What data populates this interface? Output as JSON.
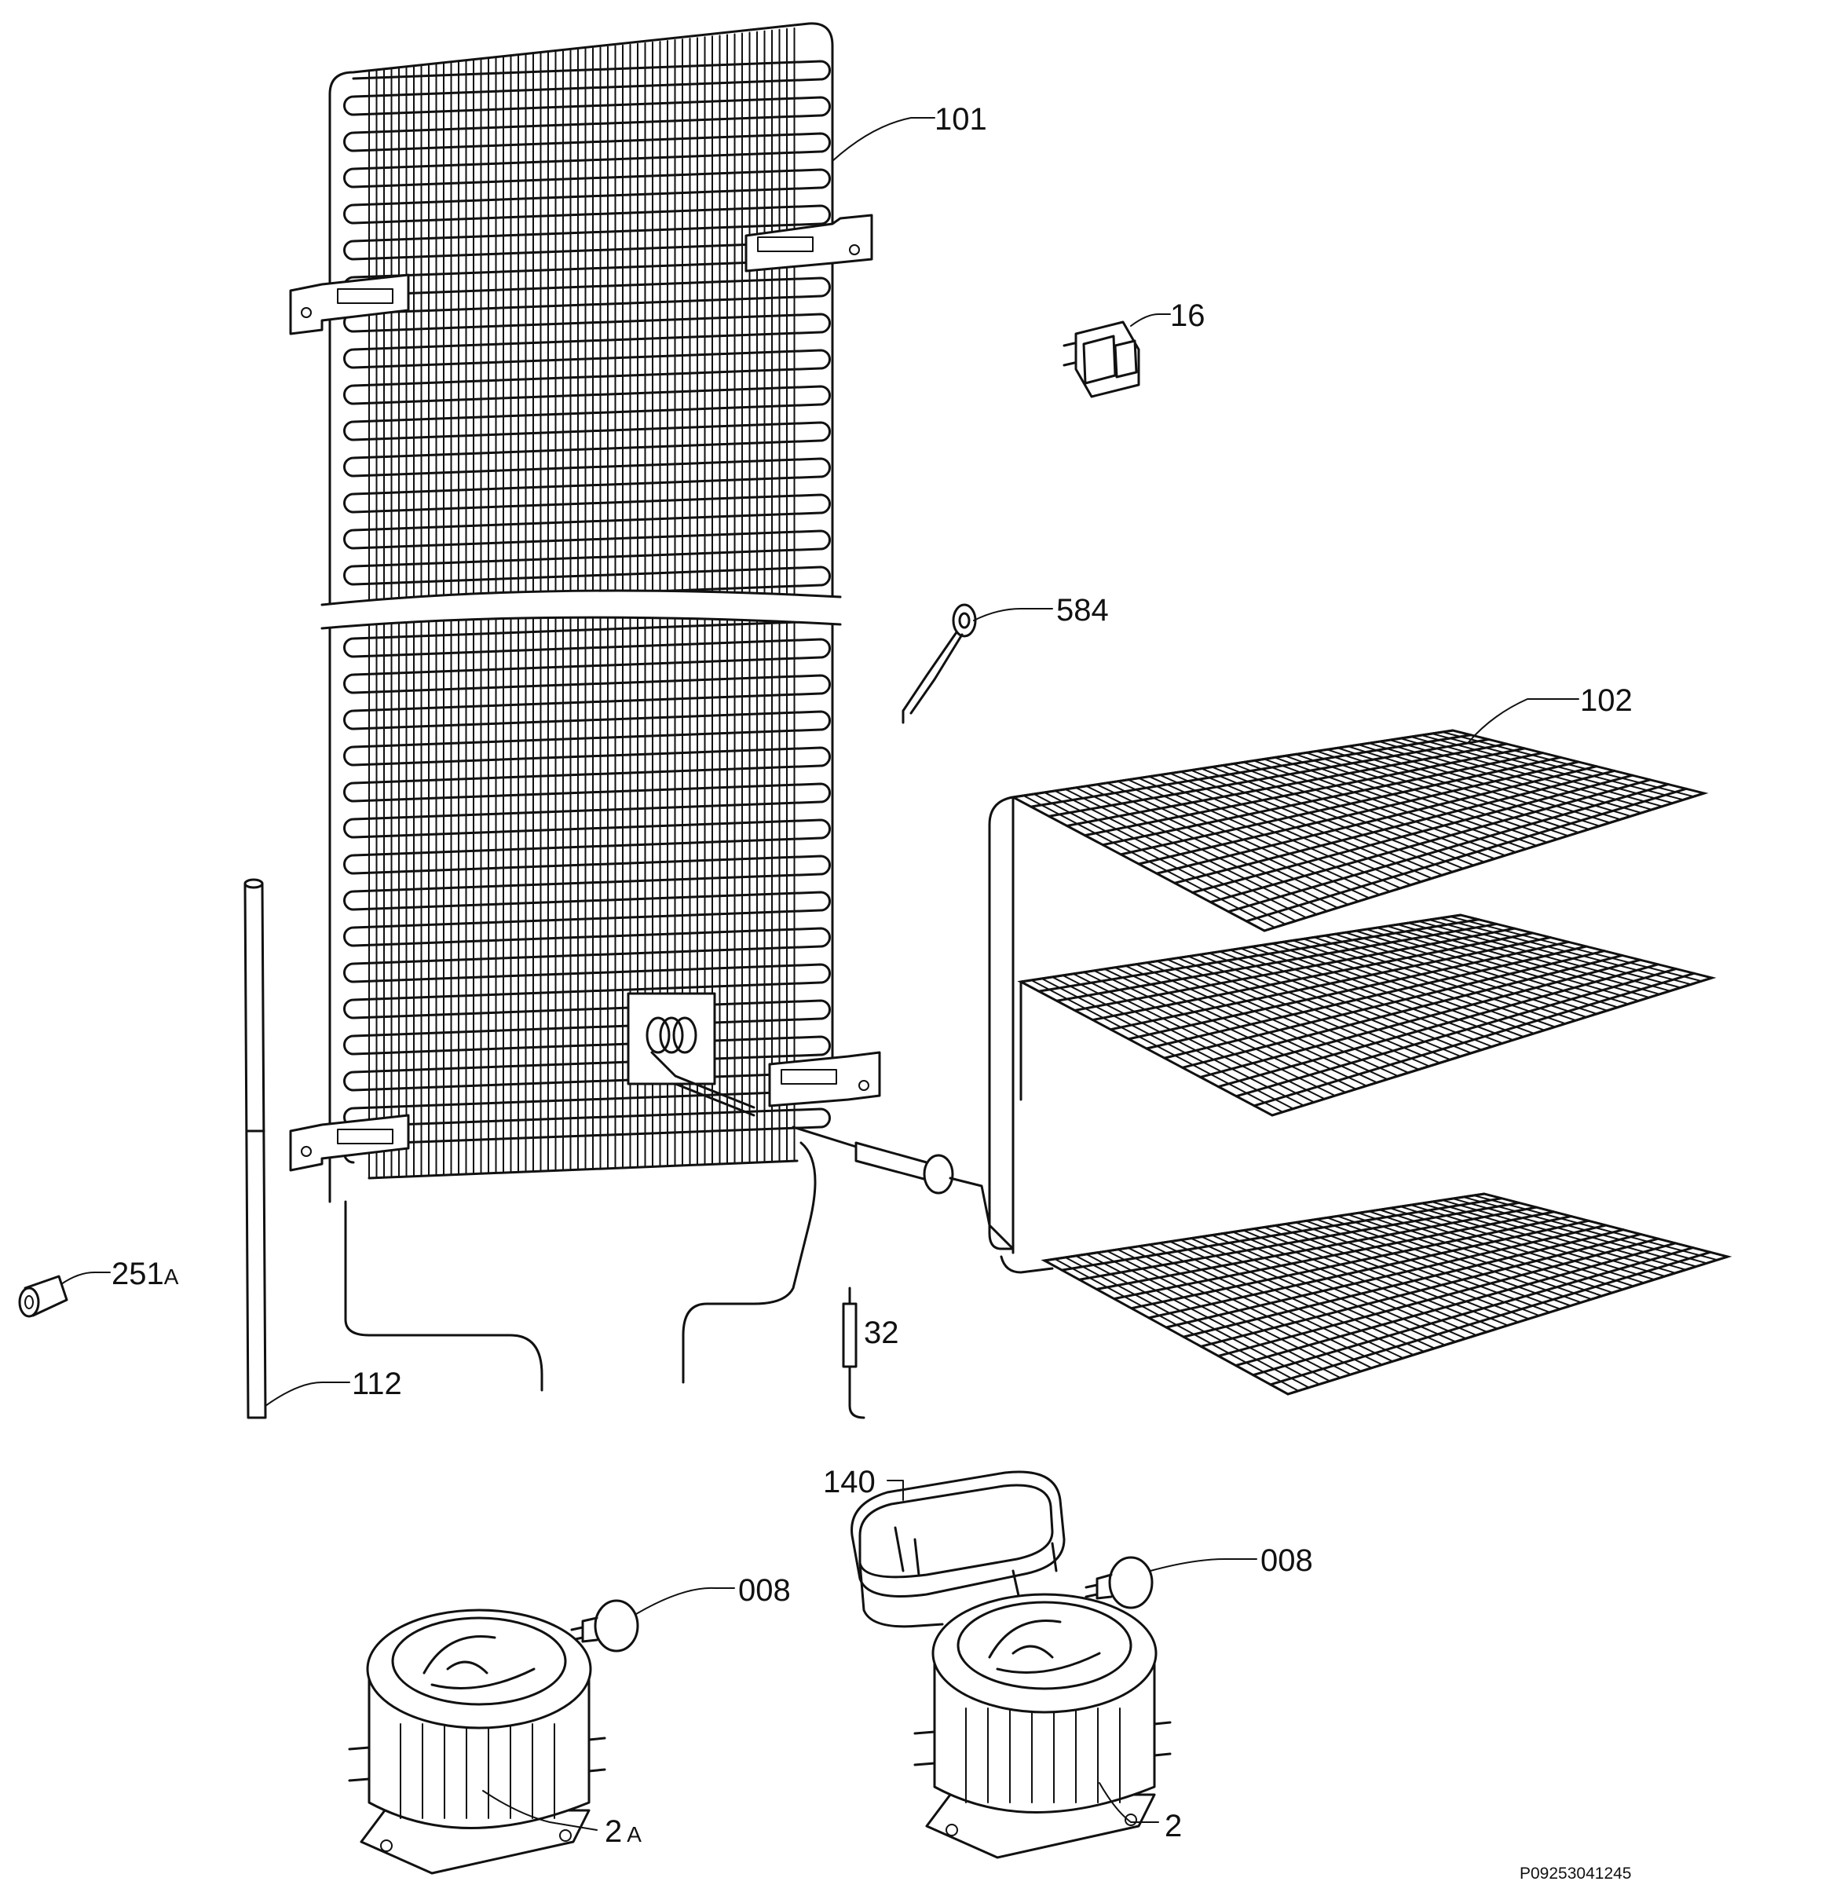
{
  "labels": {
    "condenser": "101",
    "evaporator": "102",
    "switch": "16",
    "clip": "584",
    "grommet": "251",
    "grommet_suffix": "A",
    "tube": "112",
    "filter_dryer": "32",
    "drip_tray": "140",
    "relay_left": "008",
    "relay_right": "008",
    "compressor_left": "2",
    "compressor_left_suffix": "A",
    "compressor_right": "2"
  },
  "footer": {
    "drawing_code": "P09253041245"
  },
  "icons": {
    "condenser": "condenser-coil-icon",
    "evaporator": "evaporator-shelf-icon",
    "compressor": "compressor-icon",
    "relay": "start-relay-icon",
    "tray": "drip-tray-icon",
    "switch": "rocker-switch-icon"
  }
}
